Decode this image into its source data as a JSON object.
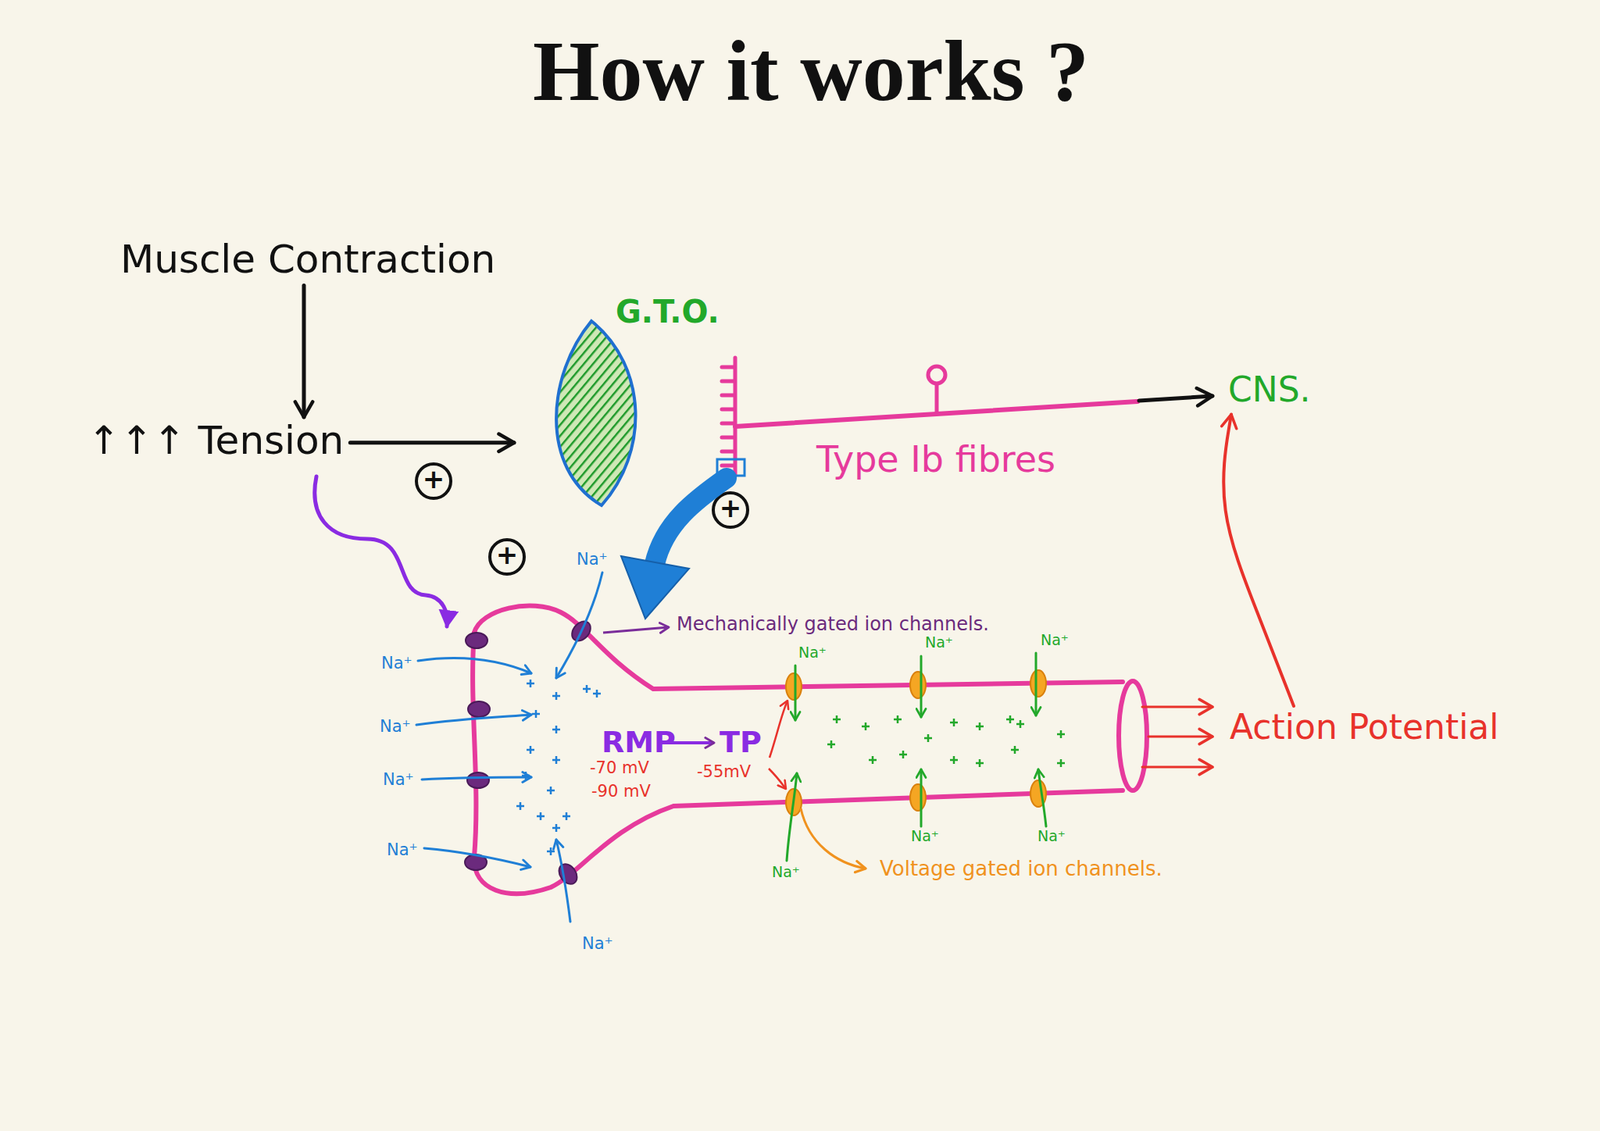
{
  "diagram": {
    "title": "How it works ?",
    "nodes": [
      {
        "text": [
          "Muscle Contraction"
        ]
      },
      {
        "text": [
          "↑↑↑ Tension"
        ]
      },
      {
        "text": [
          "G.T.O."
        ]
      },
      {
        "text": [
          "CNS."
        ]
      },
      {
        "text": [
          "Action Potential"
        ]
      }
    ],
    "edges": [
      {
        "from": 0,
        "to": 1,
        "arrow": "to"
      },
      {
        "from": 1,
        "to": 2,
        "arrow": "to"
      },
      {
        "from": 4,
        "to": 3,
        "arrow": "to"
      }
    ],
    "labels": [
      "Type Ib fibres",
      "+",
      "+",
      "+",
      "Na⁺",
      "Mechanically gated ion channels.",
      "Na⁺",
      "Na⁺",
      "Na⁺",
      "Na⁺",
      "Na⁺",
      "RMP",
      "TP",
      "-70 mV",
      "-90 mV",
      "-55mV",
      "Na⁺",
      "Na⁺",
      "Na⁺",
      "Na⁺",
      "Na⁺",
      "Na⁺",
      "Voltage gated ion channels."
    ]
  }
}
